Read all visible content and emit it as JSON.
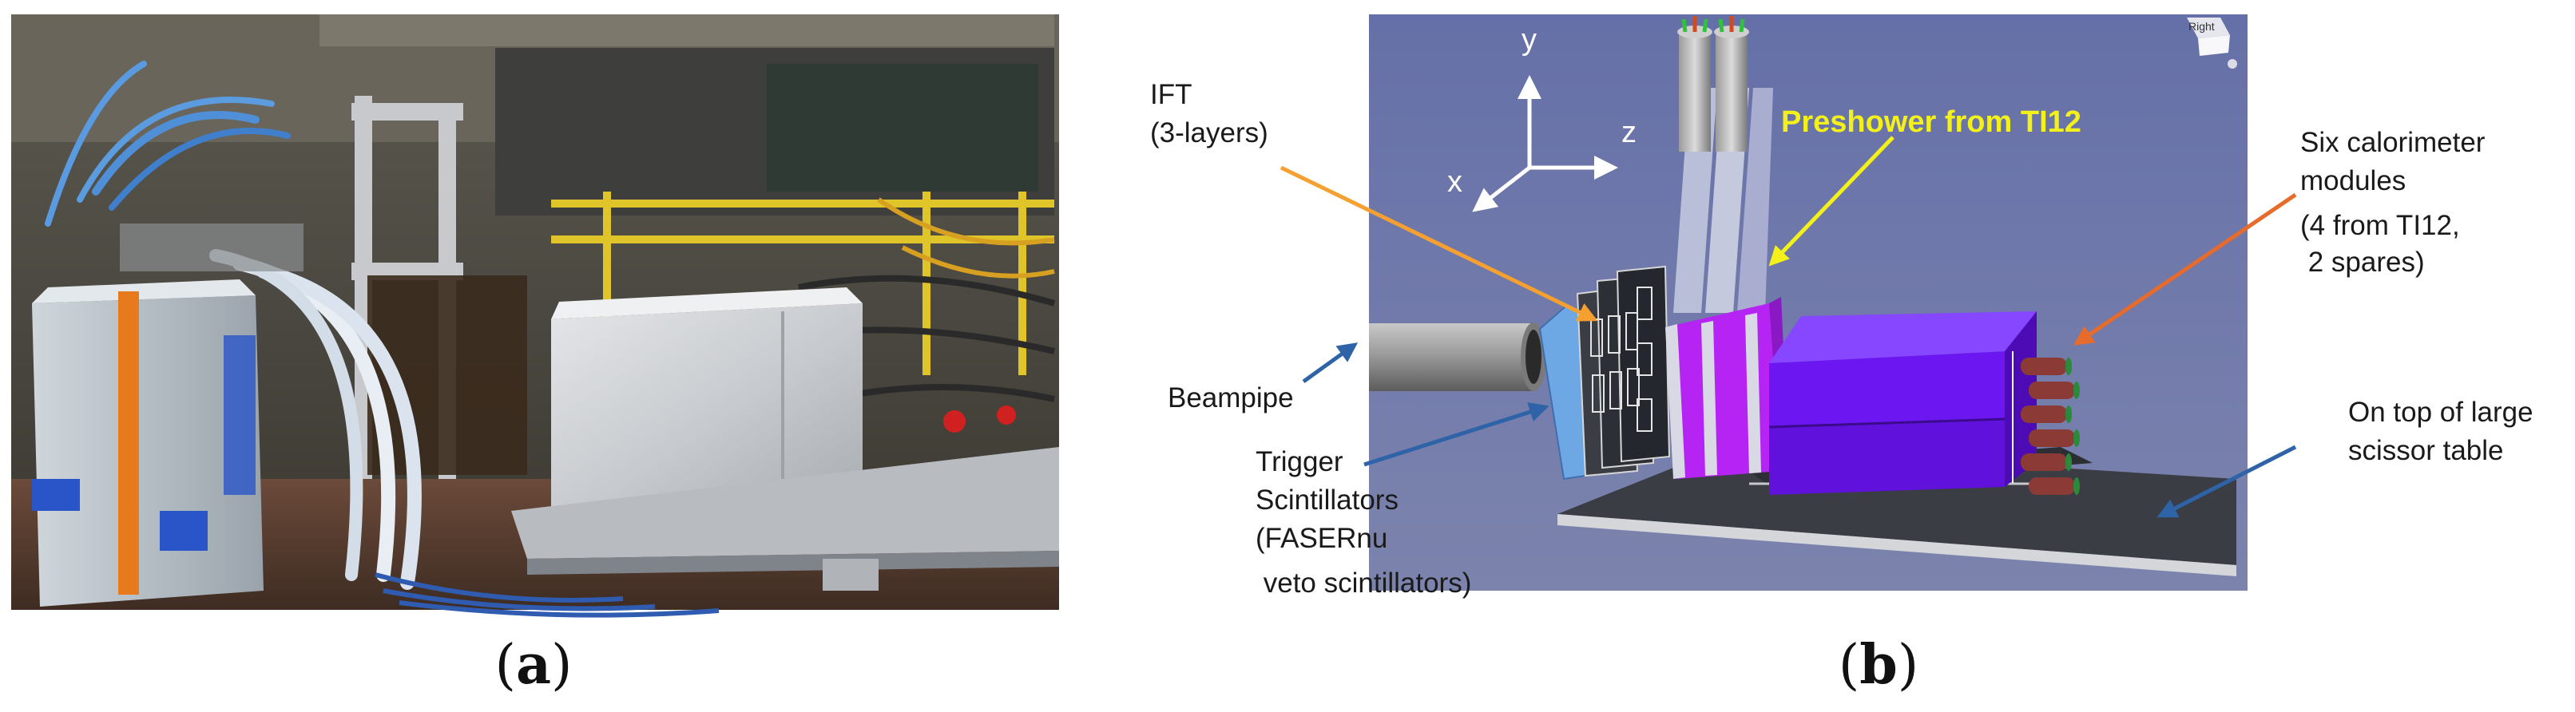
{
  "panel_a": {
    "caption_open": "(",
    "caption_letter": "a",
    "caption_close": ")"
  },
  "panel_b": {
    "caption_open": "(",
    "caption_letter": "b",
    "caption_close": ")",
    "axes": {
      "y": "y",
      "x": "x",
      "z": "z"
    },
    "view_cube_label": "Right",
    "labels": {
      "ift_line1": "IFT",
      "ift_line2": "(3-layers)",
      "preshower": "Preshower from TI12",
      "calo_line1": "Six calorimeter",
      "calo_line2": "modules",
      "calo_line3": "(4 from TI12,",
      "calo_line4": " 2 spares)",
      "beampipe": "Beampipe",
      "trigger_line1": "Trigger",
      "trigger_line2": "Scintillators",
      "trigger_line3": "(FASERnu",
      "trigger_line4": " veto scintillators)",
      "table_line1": "On top of large",
      "table_line2": "scissor table"
    },
    "colors": {
      "background": "#6f78aa",
      "calorimeter": "#6c16f2",
      "preshower": "#b624f4",
      "table": "#3a3d44",
      "arrow_orange": "#f5a030",
      "arrow_yellow": "#f4f11a",
      "arrow_blue": "#2f63a8",
      "arrow_red": "#e76b2a"
    }
  }
}
